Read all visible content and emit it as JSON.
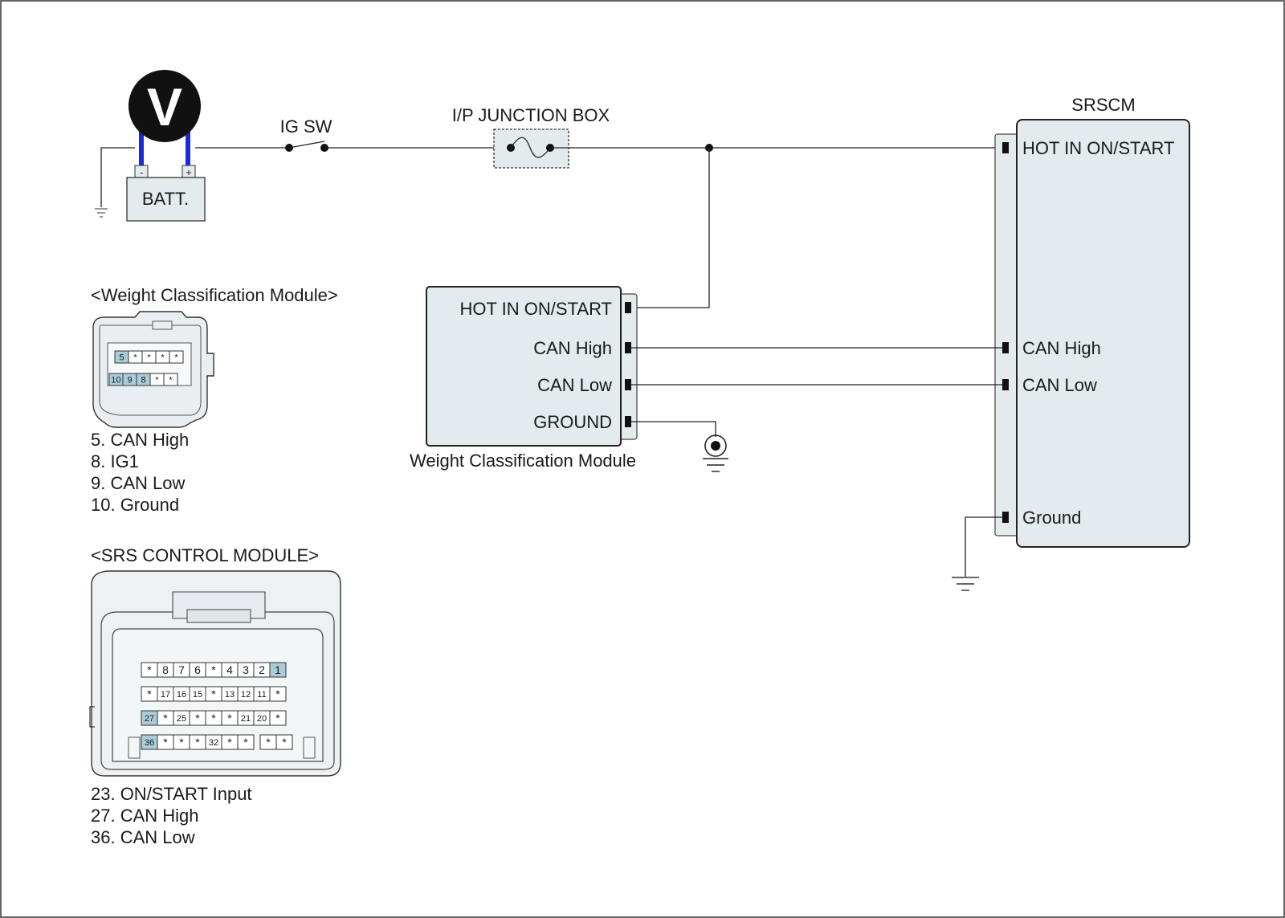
{
  "battery": {
    "label": "BATT.",
    "neg": "-",
    "pos": "+"
  },
  "voltmeter": {
    "symbol": "V"
  },
  "ig_switch": {
    "label": "IG SW"
  },
  "junction_box": {
    "label": "I/P JUNCTION BOX"
  },
  "srscm": {
    "title": "SRSCM",
    "pins": [
      "HOT IN ON/START",
      "CAN High",
      "CAN Low",
      "Ground"
    ]
  },
  "wcm": {
    "caption": "Weight Classification Module",
    "pins": [
      "HOT IN ON/START",
      "CAN High",
      "CAN Low",
      "GROUND"
    ]
  },
  "wcm_connector": {
    "title": "<Weight Classification Module>",
    "row1": [
      "5",
      "*",
      "*",
      "*",
      "*"
    ],
    "row2": [
      "10",
      "9",
      "8",
      "*",
      "*"
    ],
    "legend": [
      "5. CAN High",
      "8. IG1",
      "9. CAN Low",
      "10. Ground"
    ],
    "highlight_color": "#a9ccd8"
  },
  "srs_connector": {
    "title": "<SRS CONTROL MODULE>",
    "row1": [
      "*",
      "8",
      "7",
      "6",
      "*",
      "4",
      "3",
      "2",
      "1"
    ],
    "row2": [
      "*",
      "17",
      "16",
      "15",
      "*",
      "13",
      "12",
      "11",
      "*"
    ],
    "row3": [
      "27",
      "*",
      "25",
      "*",
      "*",
      "*",
      "21",
      "20",
      "*"
    ],
    "row4": [
      "36",
      "*",
      "*",
      "*",
      "32",
      "*",
      "*",
      "",
      "*",
      "*"
    ],
    "legend": [
      "23. ON/START Input",
      "27. CAN High",
      "36. CAN Low"
    ],
    "highlight_color": "#a9ccd8"
  },
  "colors": {
    "module_fill": "#e3ebed",
    "lead_wire": "#1a2bd6",
    "highlight": "#a9ccd8"
  }
}
